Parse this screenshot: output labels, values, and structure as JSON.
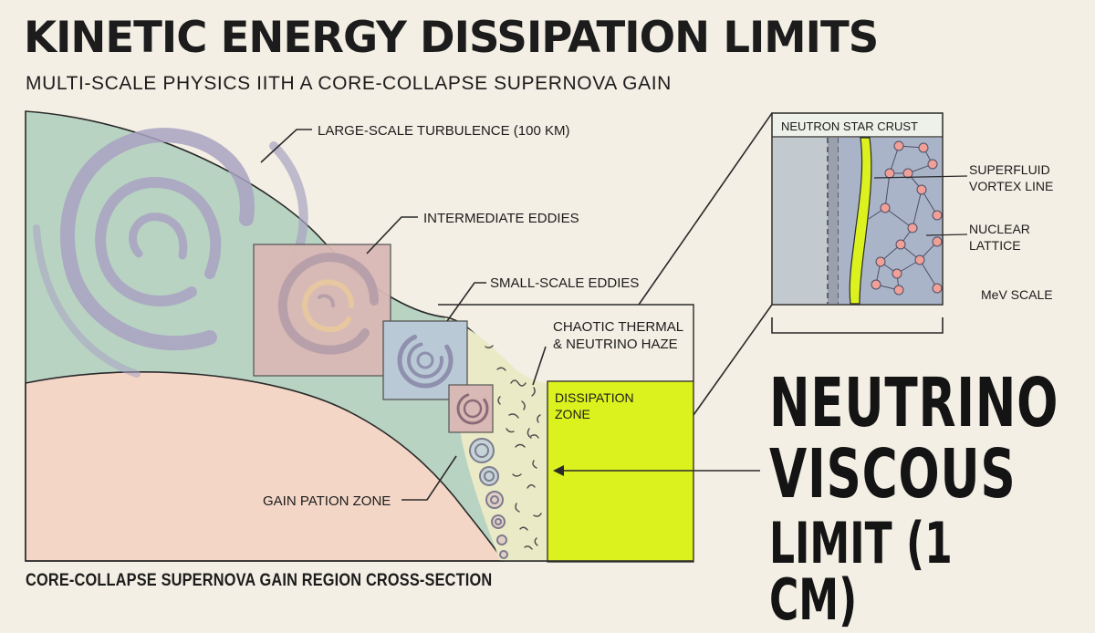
{
  "header": {
    "title": "KINETIC ENERGY DISSIPATION LIMITS",
    "subtitle": "MULTI-SCALE PHYSICS IITH A CORE-COLLAPSE SUPERNOVA GAIN"
  },
  "labels": {
    "large_scale": "LARGE-SCALE TURBULENCE (100 KM)",
    "intermediate": "INTERMEDIATE EDDIES",
    "small_scale": "SMALL-SCALE EDDIES",
    "chaotic_line1": "CHAOTIC THERMAL",
    "chaotic_line2": "& NEUTRINO HAZE",
    "dissipation_line1": "DISSIPATION",
    "dissipation_line2": "ZONE",
    "gain_zone": "GAIN PATION ZONE"
  },
  "inset": {
    "title": "NEUTRON STAR CRUST",
    "vortex_line1": "SUPERFLUID",
    "vortex_line2": "VORTEX LINE",
    "lattice_line1": "NUCLEAR",
    "lattice_line2": "LATTICE",
    "scale": "MeV SCALE"
  },
  "callout": {
    "line1": "NEUTRINO",
    "line2": "VISCOUS",
    "line3": "LIMIT (1 CM)"
  },
  "caption": "CORE-COLLAPSE SUPERNOVA GAIN REGION CROSS-SECTION",
  "colors": {
    "background": "#f4efe4",
    "large_eddy": "#b9d3c3",
    "intermediate_eddy": "#d9b9b5",
    "small_eddy": "#b9c9d6",
    "core": "#f3d6c6",
    "haze": "#eaeac6",
    "dissipation": "#dcf21e",
    "ink": "#1c1c1c"
  }
}
